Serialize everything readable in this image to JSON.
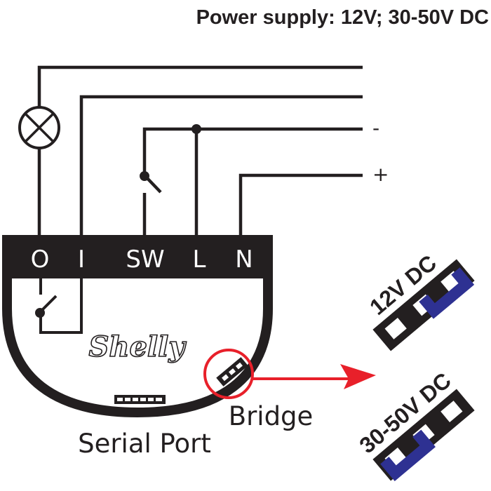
{
  "title": "Power supply: 12V; 30-50V DC",
  "colors": {
    "line": "#231f20",
    "highlight": "#e8202a",
    "jumper": "#2e3192",
    "background": "#ffffff"
  },
  "wires": {
    "polarity_minus": "-",
    "polarity_plus": "+"
  },
  "symbols": {
    "lamp": "lamp-icon",
    "external_switch": "switch-icon",
    "internal_relay": "relay-contact-icon"
  },
  "device": {
    "brand": "Shelly",
    "terminals": [
      "O",
      "I",
      "SW",
      "L",
      "N"
    ],
    "serial_port_label": "Serial Port",
    "bridge_label": "Bridge"
  },
  "jumper_options": [
    {
      "label": "12V DC",
      "position": "right pair bridged"
    },
    {
      "label": "30-50V DC",
      "position": "left pair bridged"
    }
  ]
}
